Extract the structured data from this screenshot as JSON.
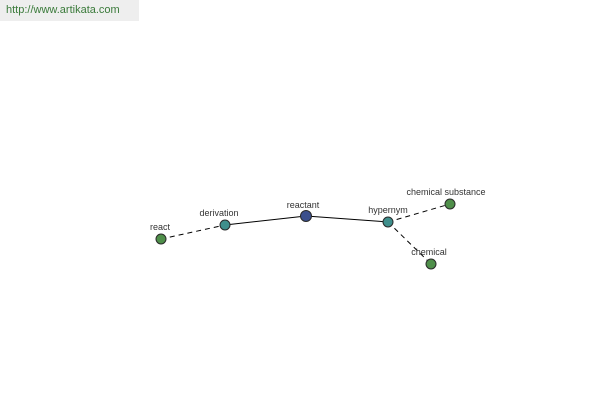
{
  "source": {
    "url_text": "http://www.artikata.com"
  },
  "graph": {
    "colors": {
      "center": "#3b4f8c",
      "relation": "#3f8f8c",
      "leaf": "#4f8f4a",
      "stroke": "#2a2a2a",
      "edge": "#000000"
    },
    "nodes": [
      {
        "id": "react",
        "label": "react",
        "kind": "leaf"
      },
      {
        "id": "derivation",
        "label": "derivation",
        "kind": "relation"
      },
      {
        "id": "reactant",
        "label": "reactant",
        "kind": "center"
      },
      {
        "id": "hypernym",
        "label": "hypernym",
        "kind": "relation"
      },
      {
        "id": "chemical_substance",
        "label": "chemical substance",
        "kind": "leaf"
      },
      {
        "id": "chemical",
        "label": "chemical",
        "kind": "leaf"
      }
    ],
    "edges": [
      {
        "from": "react",
        "to": "derivation",
        "style": "dashed"
      },
      {
        "from": "derivation",
        "to": "reactant",
        "style": "solid"
      },
      {
        "from": "reactant",
        "to": "hypernym",
        "style": "solid"
      },
      {
        "from": "hypernym",
        "to": "chemical_substance",
        "style": "dashed"
      },
      {
        "from": "hypernym",
        "to": "chemical",
        "style": "dashed"
      }
    ]
  }
}
